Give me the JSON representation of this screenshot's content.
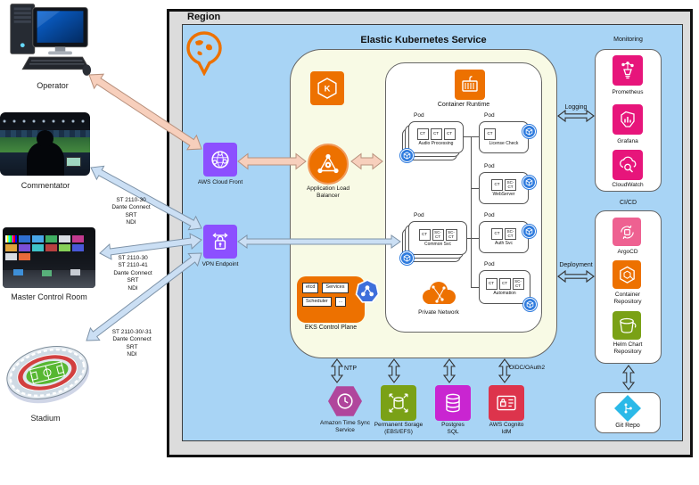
{
  "region": {
    "label": "Region"
  },
  "actors": {
    "operator": "Operator",
    "commentator": "Commentator",
    "master_control_room": "Master Control Room",
    "stadium": "Stadium"
  },
  "protocols": {
    "commentator_link": "ST 2110-30\nDante Connect\nSRT\nNDI",
    "mcr_link": "ST 2110-30\nST 2110-41\nDante Connect\nSRT\nNDI",
    "stadium_link": "ST 2110-30/-31\nDante Connect\nSRT\nNDI"
  },
  "edge": {
    "cloudfront": "AWS Cloud Front",
    "vpn": "VPN Endpoint"
  },
  "eks": {
    "title": "Elastic Kubernetes Service",
    "alb": "Application Load\nBalancer",
    "control_plane": {
      "label": "EKS Control Plane",
      "chips": [
        "etcd",
        "Services",
        "Scheduler",
        "..."
      ]
    },
    "runtime": {
      "label": "Container Runtime",
      "pod_tag": "Pod",
      "pods": [
        {
          "name": "Audio Processing",
          "cts": [
            "CT",
            "CT",
            "CT"
          ]
        },
        {
          "name": "License Check",
          "cts": [
            "CT"
          ]
        },
        {
          "name": "WebServer",
          "cts": [
            "CT",
            "SC-\nCT"
          ]
        },
        {
          "name": "Common Svc",
          "cts": [
            "CT",
            "SC-\nCT",
            "SC-\nCT"
          ]
        },
        {
          "name": "Auth Svc",
          "cts": [
            "CT",
            "SC-\nCT"
          ]
        },
        {
          "name": "Automation",
          "cts": [
            "CT",
            "CT",
            "SC-\nCT"
          ]
        }
      ],
      "private_network": "Private Network"
    }
  },
  "monitoring": {
    "title": "Monitoring",
    "items": [
      "Prometheus",
      "Grafana",
      "CloudWatch"
    ]
  },
  "cicd": {
    "title": "CI/CD",
    "items": [
      "ArgoCD",
      "Container\nRepository",
      "Helm Chart\nRepository"
    ]
  },
  "git_repo": "Git Repo",
  "platform_services": {
    "timesync": "Amazon Time Sync\nService",
    "storage": "Permanent Sorage\n(EBS/EFS)",
    "postgres": "Postgres\nSQL",
    "cognito": "AWS Cognito\nIdM"
  },
  "flow_labels": {
    "logging": "Logging",
    "deployment": "Deployment",
    "ntp": "NTP",
    "oidc": "OIDC/OAuth2"
  },
  "colors": {
    "aws_orange": "#ED7100",
    "aws_purple": "#8C4FFF",
    "aws_pink": "#E7157B",
    "aws_green": "#7AA116",
    "aws_red": "#DD344C",
    "postgres_magenta": "#C925D1",
    "timesync_magenta": "#B0469C",
    "argocd_rose": "#EE6191",
    "git_cyan": "#2BB9E8",
    "k8s_blue": "#2E7BDE",
    "region_fill": "#DCDCDC",
    "vpc_fill": "#A8D4F5",
    "eks_fill": "#F8FAE5"
  }
}
